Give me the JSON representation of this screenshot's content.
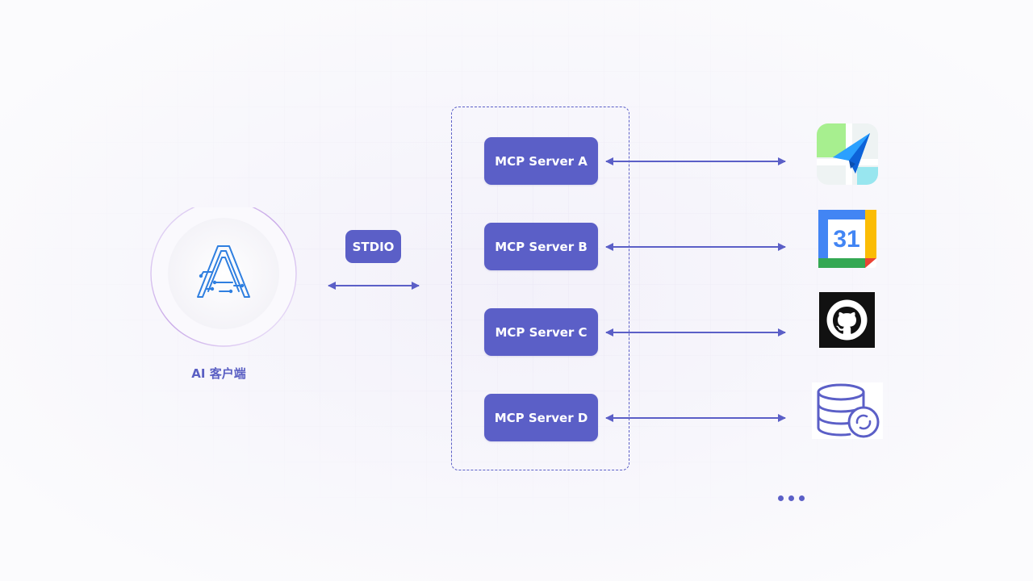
{
  "client": {
    "label": "AI 客户端",
    "icon": "letter-a-circuit-logo"
  },
  "transport": {
    "label": "STDIO"
  },
  "servers": [
    {
      "label": "MCP Server A",
      "icon": "paper-plane-map-icon"
    },
    {
      "label": "MCP Server B",
      "icon": "calendar-31-icon"
    },
    {
      "label": "MCP Server C",
      "icon": "github-icon"
    },
    {
      "label": "MCP Server D",
      "icon": "database-sync-icon"
    }
  ],
  "calendar_day": "31",
  "colors": {
    "accent": "#5b5fc7",
    "background": "#f8f7fc",
    "client_ring": "#c9a9e8",
    "logo_blue": "#2f7fe0"
  }
}
